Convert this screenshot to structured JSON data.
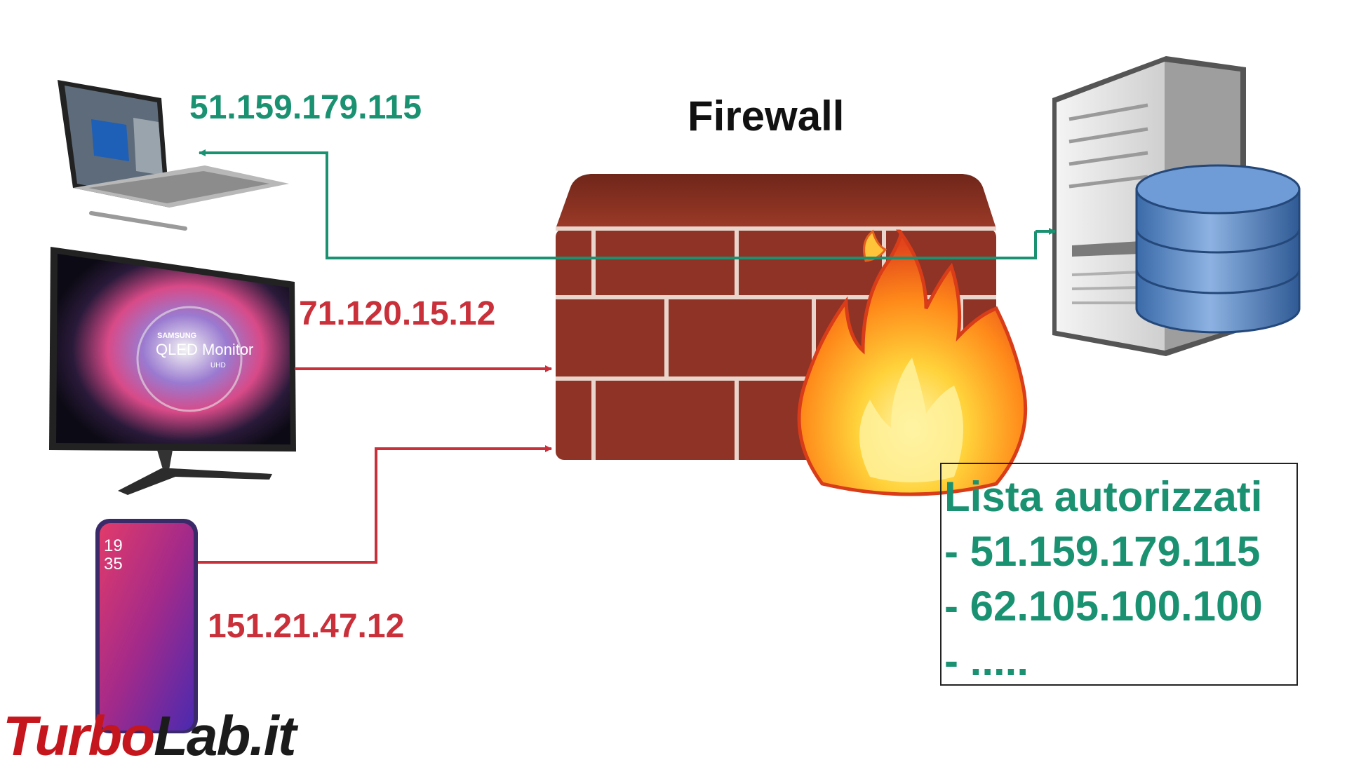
{
  "title": "Firewall",
  "colors": {
    "allowed": "#1a9272",
    "blocked": "#c9303a",
    "brick": "#8e3325",
    "mortar": "#e9d5cc"
  },
  "devices": [
    {
      "name": "laptop",
      "ip": "51.159.179.115",
      "status": "allowed"
    },
    {
      "name": "monitor",
      "ip": "71.120.15.12",
      "status": "blocked"
    },
    {
      "name": "phone",
      "ip": "151.21.47.12",
      "status": "blocked"
    }
  ],
  "monitor_brand": "SAMSUNG",
  "monitor_model": "QLED Monitor",
  "monitor_sub": "UHD",
  "phone_clock": {
    "hour": "19",
    "minute": "35"
  },
  "allowlist": {
    "title": "Lista autorizzati",
    "entries": [
      "- 51.159.179.115",
      "- 62.105.100.100",
      "- ....."
    ]
  },
  "logo": {
    "part1": "Turbo",
    "part2": "Lab.it"
  }
}
